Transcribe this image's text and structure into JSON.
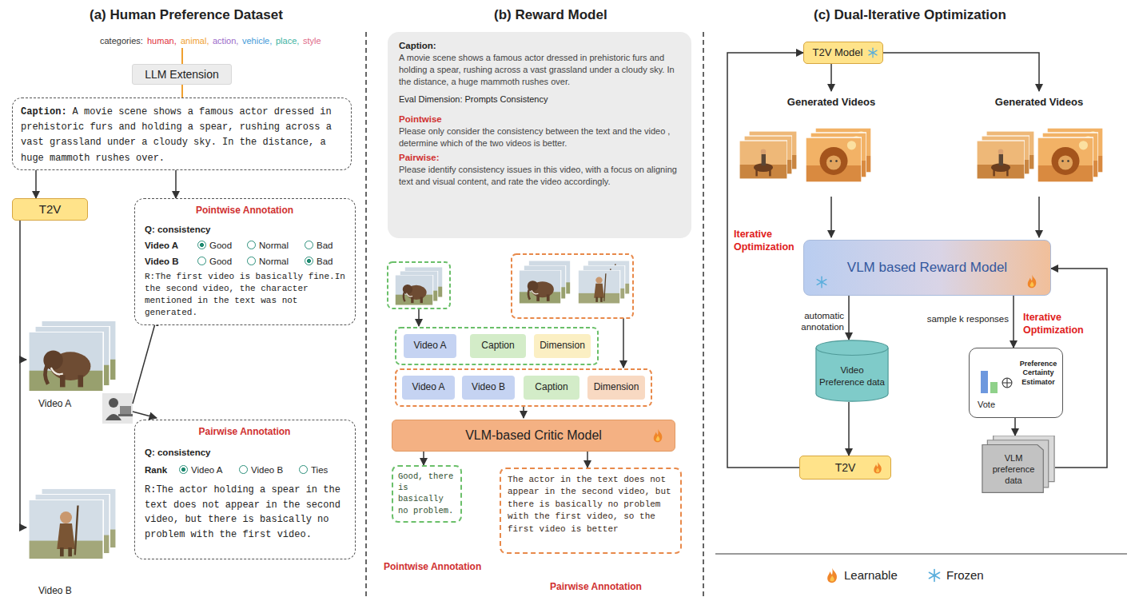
{
  "diagram": {
    "nodes": [
      {
        "text": [
          "LLM Extension"
        ]
      },
      {
        "text": [
          "Caption:",
          "A movie scene shows a famous actor dressed in prehistoric furs and holding a spear, rushing across a vast grassland under a cloudy sky. In the distance, a huge mammoth rushes over."
        ]
      },
      {
        "text": [
          "T2V"
        ]
      },
      {
        "text": [
          "Pointwise Annotation",
          "Q: consistency",
          "Video A",
          "Good",
          "Normal",
          "Bad",
          "Video B",
          "Good",
          "Normal",
          "Bad",
          "R:The first video is basically fine.In the second video, the character mentioned in the text was not generated."
        ]
      },
      {
        "text": [
          "Pairwise Annotation",
          "Q: consistency",
          "Rank",
          "Video A",
          "Video B",
          "Ties",
          "R:The actor holding a spear in the text does not appear in the second video, but there is basically no problem with the first video."
        ]
      },
      {
        "text": [
          "Caption:",
          "A movie scene shows a famous actor dressed in prehistoric furs and holding a spear, rushing across a vast grassland under a cloudy sky. In the distance, a huge mammoth rushes over.",
          "Eval Dimension: Prompts Consistency",
          "Pointwise",
          "Please only consider the consistency between the text and the video , determine which of the two videos is better.",
          "Pairwise:",
          "Please identify consistency issues in this video, with a focus on aligning text and visual content, and rate the video accordingly."
        ]
      },
      {
        "text": [
          "Video A"
        ]
      },
      {
        "text": [
          "Caption"
        ]
      },
      {
        "text": [
          "Dimension"
        ]
      },
      {
        "text": [
          "Video A"
        ]
      },
      {
        "text": [
          "Video B"
        ]
      },
      {
        "text": [
          "Caption"
        ]
      },
      {
        "text": [
          "Dimension"
        ]
      },
      {
        "text": [
          "VLM-based Critic Model"
        ]
      },
      {
        "text": [
          "Good, there is basically no problem."
        ]
      },
      {
        "text": [
          "The actor in the text does not appear in the second video, but there is basically no problem with the first video, so the first video is better"
        ]
      },
      {
        "text": [
          "T2V Model"
        ]
      },
      {
        "text": [
          "VLM based Reward Model"
        ]
      },
      {
        "text": [
          "Video Preference data"
        ]
      },
      {
        "text": [
          "T2V"
        ]
      },
      {
        "text": [
          "Vote",
          "Preference Certainty Estimator"
        ]
      },
      {
        "text": [
          "VLM preference data"
        ]
      }
    ],
    "edges": [
      {
        "from": 0,
        "to": 1,
        "arrow": "none"
      },
      {
        "from": 1,
        "to": 2,
        "arrow": "to"
      },
      {
        "from": 1,
        "to": 3,
        "arrow": "to"
      },
      {
        "from": 13,
        "to": 14,
        "arrow": "to"
      },
      {
        "from": 13,
        "to": 15,
        "arrow": "to"
      },
      {
        "from": 17,
        "to": 18,
        "arrow": "to",
        "label": "automatic annotation"
      },
      {
        "from": 18,
        "to": 19,
        "arrow": "to"
      },
      {
        "from": 19,
        "to": 16,
        "arrow": "to"
      },
      {
        "from": 17,
        "to": 20,
        "arrow": "to",
        "label": "sample k responses"
      },
      {
        "from": 20,
        "to": 21,
        "arrow": "to"
      },
      {
        "from": 21,
        "to": 17,
        "arrow": "to"
      }
    ],
    "labels": [
      "(a) Human Preference Dataset",
      "categories:",
      "human,",
      "animal,",
      "action,",
      "vehicle,",
      "place,",
      "style",
      "Video A",
      "Video B",
      "(b) Reward Model",
      "Pointwise Annotation",
      "Pairwise Annotation",
      "(c) Dual-Iterative Optimization",
      "Generated Videos",
      "Generated Videos",
      "Iterative Optimization",
      "Iterative Optimization"
    ],
    "legend": [
      {
        "text": "Learnable"
      },
      {
        "text": "Frozen"
      }
    ]
  }
}
